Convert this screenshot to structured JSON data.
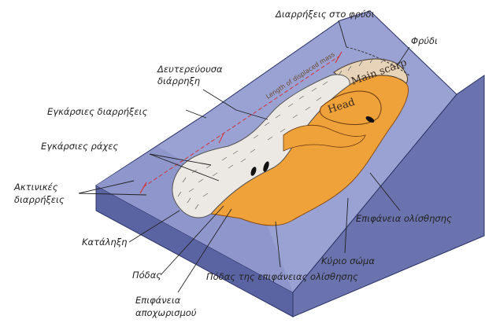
{
  "labels": {
    "crown_cracks": "Διαρρήξεις στο φρύδι",
    "crown": "Φρύδι",
    "minor_scarp_line1": "Δευτερεύουσα",
    "minor_scarp_line2": "διάρρηξη",
    "transverse_cracks": "Εγκάρσιες διαρρήξεις",
    "transverse_ridges": "Εγκάρσιες ράχες",
    "radial_cracks_line1": "Ακτινικές",
    "radial_cracks_line2": "διαρρήξεις",
    "tip": "Κατάληξη",
    "foot": "Πόδας",
    "separation_surface_line1": "Επιφάνεια",
    "separation_surface_line2": "αποχωρισμού",
    "toe_of_rupture": "Πόδας της επιφάνειας ολίσθησης",
    "main_body": "Κύριο σώμα",
    "rupture_surface": "Επιφάνεια ολίσθησης"
  },
  "inner_labels": {
    "main_scarp": "Main scarp",
    "head": "Head",
    "length": "Length of displaced mass"
  },
  "colors": {
    "block_side": "#6a73ad",
    "block_top": "#9aa2d4",
    "block_edge": "#2c3366",
    "rupture_orange": "#f0a23a",
    "mass_fill": "#ece8e4"
  }
}
